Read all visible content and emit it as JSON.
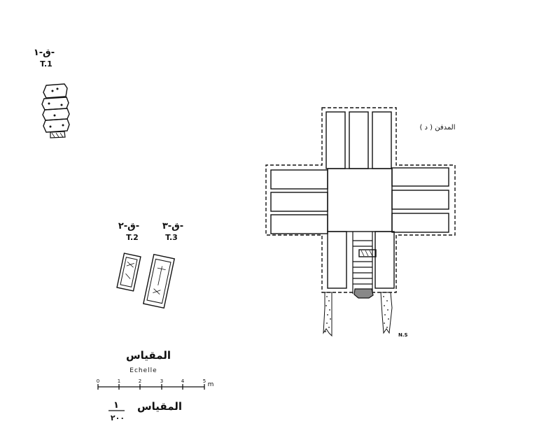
{
  "tombs": {
    "t1": {
      "arabic": "ق-١-",
      "latin": "T.1"
    },
    "t2": {
      "arabic": "ق-٢-",
      "latin": "T.2"
    },
    "t3": {
      "arabic": "ق-٣-",
      "latin": "T.3"
    }
  },
  "cemetery_label": "المدفن ( د )",
  "north_label": "N.S",
  "scale": {
    "arabic_title": "المقياس",
    "latin_title": "Echelle",
    "ticks": [
      "0",
      "1",
      "2",
      "3",
      "4",
      "5"
    ],
    "unit": "m",
    "ratio_label": "المقياس",
    "ratio_numerator": "١",
    "ratio_denominator": "٢٠٠"
  }
}
